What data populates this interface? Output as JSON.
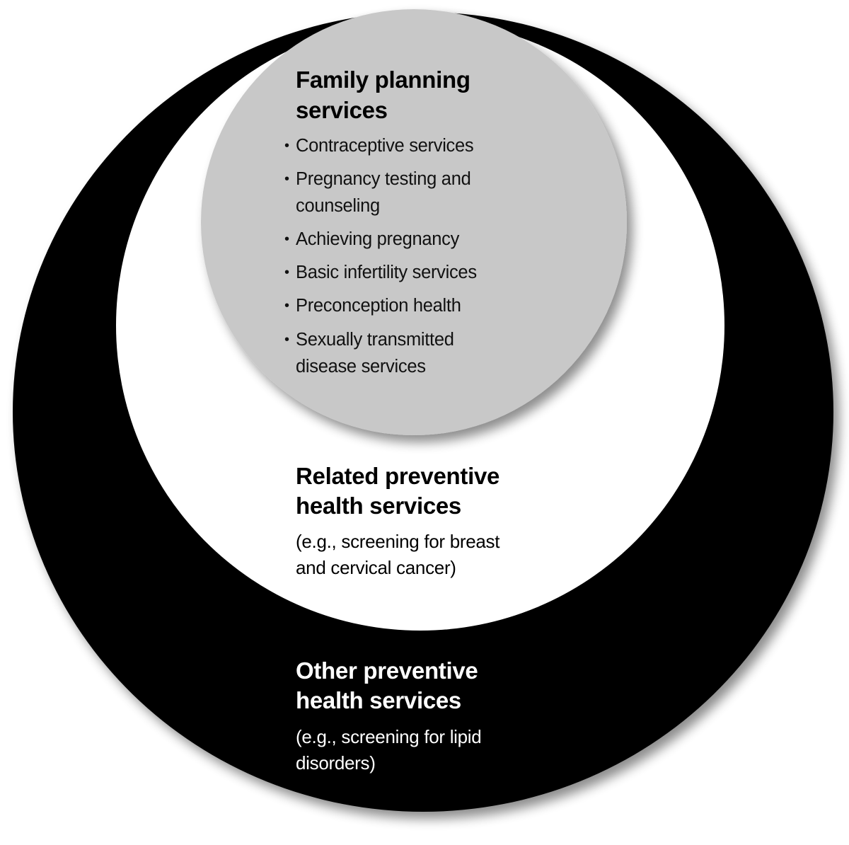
{
  "colors": {
    "outer": "#000000",
    "middle": "#ffffff",
    "inner": "#c8c8c8"
  },
  "family_planning": {
    "title_lines": [
      "Family planning",
      "services"
    ],
    "items": [
      {
        "lines": [
          "Contraceptive services"
        ]
      },
      {
        "lines": [
          "Pregnancy testing and",
          "counseling"
        ]
      },
      {
        "lines": [
          "Achieving pregnancy"
        ]
      },
      {
        "lines": [
          "Basic infertility services"
        ]
      },
      {
        "lines": [
          "Preconception health"
        ]
      },
      {
        "lines": [
          "Sexually transmitted",
          "disease services"
        ]
      }
    ]
  },
  "related": {
    "title_lines": [
      "Related preventive",
      "health services"
    ],
    "example_lines": [
      "(e.g., screening for breast",
      "and cervical cancer)"
    ]
  },
  "other": {
    "title_lines": [
      "Other preventive",
      "health services"
    ],
    "example_lines": [
      "(e.g., screening for lipid",
      "disorders)"
    ]
  }
}
